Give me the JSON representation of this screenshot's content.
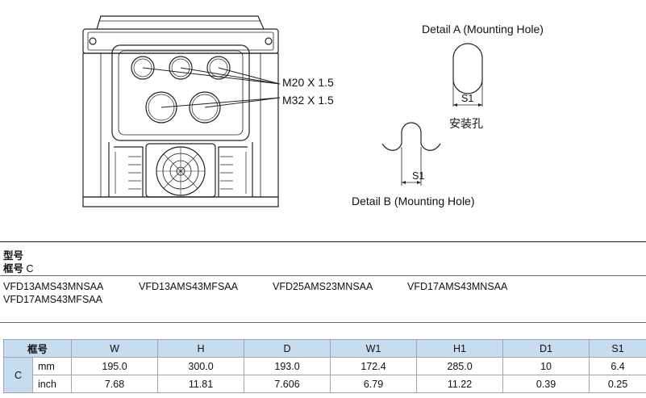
{
  "drawing": {
    "callout_m20": "M20 X 1.5",
    "callout_m32": "M32 X 1.5",
    "detail_a_title": "Detail A (Mounting Hole)",
    "detail_a_dim": "S1",
    "detail_a_caption": "安装孔",
    "detail_b_title": "Detail B (Mounting Hole)",
    "detail_b_dim": "S1"
  },
  "spec": {
    "model_heading": "型号",
    "frame_prefix": "框号",
    "frame_value": "C",
    "models": [
      "VFD13AMS43MNSAA",
      "VFD13AMS43MFSAA",
      "VFD25AMS23MNSAA",
      "VFD17AMS43MNSAA",
      "VFD17AMS43MFSAA"
    ]
  },
  "table": {
    "frame_header": "框号",
    "columns": [
      "W",
      "H",
      "D",
      "W1",
      "H1",
      "D1",
      "S1"
    ],
    "frame": "C",
    "rows": [
      {
        "unit": "mm",
        "values": [
          "195.0",
          "300.0",
          "193.0",
          "172.4",
          "285.0",
          "10",
          "6.4"
        ]
      },
      {
        "unit": "inch",
        "values": [
          "7.68",
          "11.81",
          "7.606",
          "6.79",
          "11.22",
          "0.39",
          "0.25"
        ]
      }
    ]
  },
  "colors": {
    "header_fill": "#c8dcef",
    "line": "#222222"
  }
}
